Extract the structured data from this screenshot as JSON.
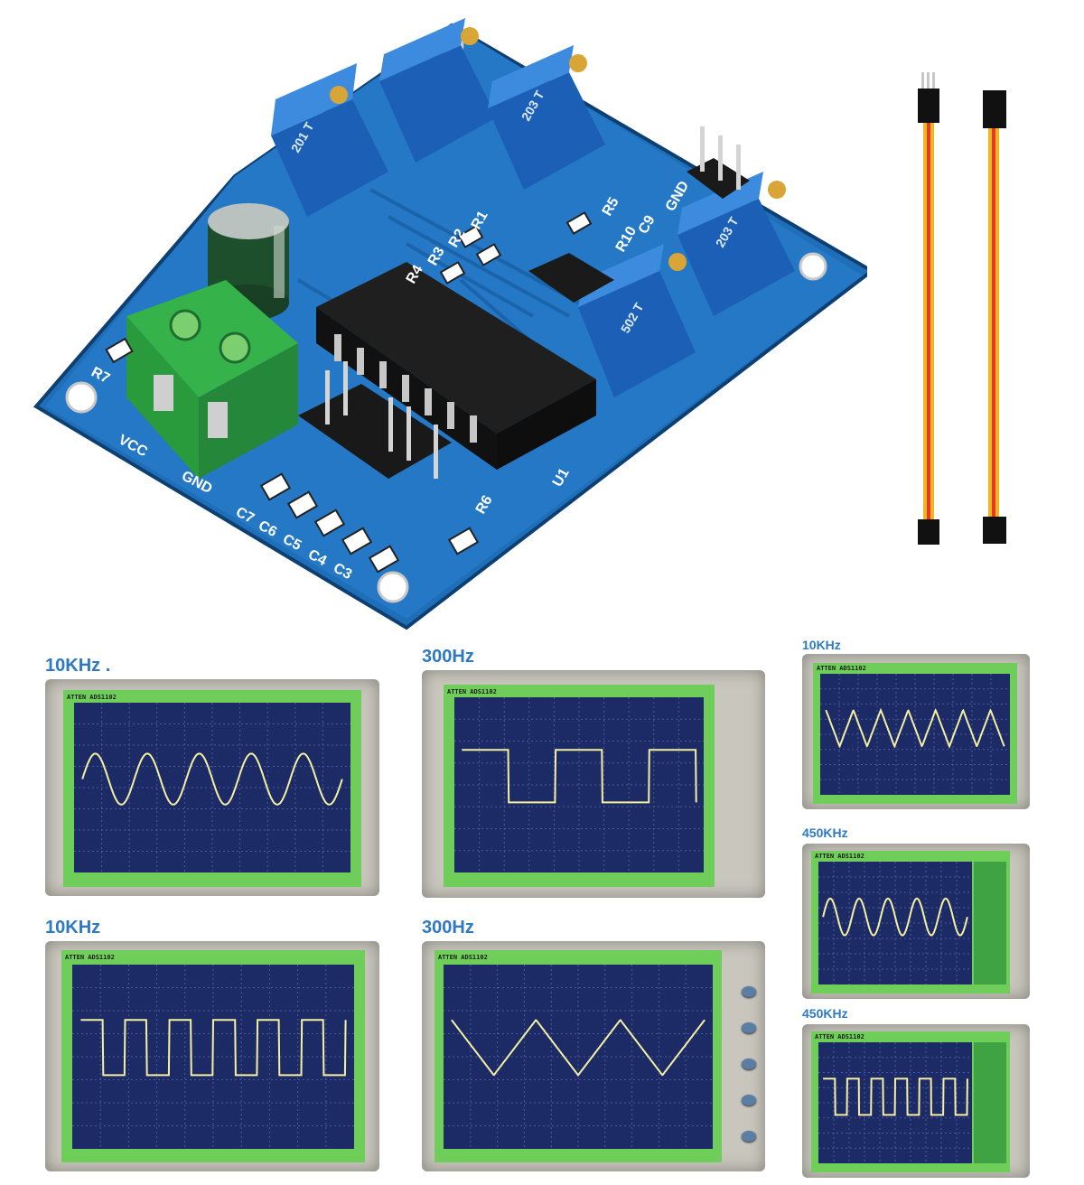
{
  "board": {
    "silkscreen": {
      "gnd": "GND",
      "vcc": "VCC",
      "c7": "C7",
      "c6": "C6",
      "c5": "C5",
      "c4": "C4",
      "c3": "C3",
      "r6": "R6",
      "u1": "U1",
      "r7": "R7",
      "r1": "R1",
      "r2": "R2",
      "r3": "R3",
      "r4": "R4",
      "r5": "R5",
      "r10": "R10",
      "c9": "C9",
      "gnd_top": "GND"
    },
    "pot_labels": [
      "201 T",
      "203 T",
      "203 T",
      "502 T"
    ]
  },
  "scopes": [
    {
      "label": "10KHz .",
      "wave": "sine",
      "header": "ATTEN ADS1102"
    },
    {
      "label": "300Hz",
      "wave": "square",
      "header": "ATTEN ADS1102"
    },
    {
      "label": "10KHz",
      "wave": "triangle",
      "header": "ATTEN ADS1102"
    },
    {
      "label": "10KHz",
      "wave": "square",
      "header": "ATTEN ADS1102"
    },
    {
      "label": "300Hz",
      "wave": "triangle",
      "header": "ATTEN ADS1102"
    },
    {
      "label": "450KHz",
      "wave": "sine",
      "header": "ATTEN ADS1102"
    },
    {
      "label": "450KHz",
      "wave": "square",
      "header": "ATTEN ADS1102"
    }
  ],
  "colors": {
    "label_blue": "#2e79c3",
    "pcb_blue": "#1f6fb8",
    "screen_navy": "#1c2a66",
    "screen_green": "#6fce5a",
    "trace_yellow": "#f4f0a0"
  }
}
